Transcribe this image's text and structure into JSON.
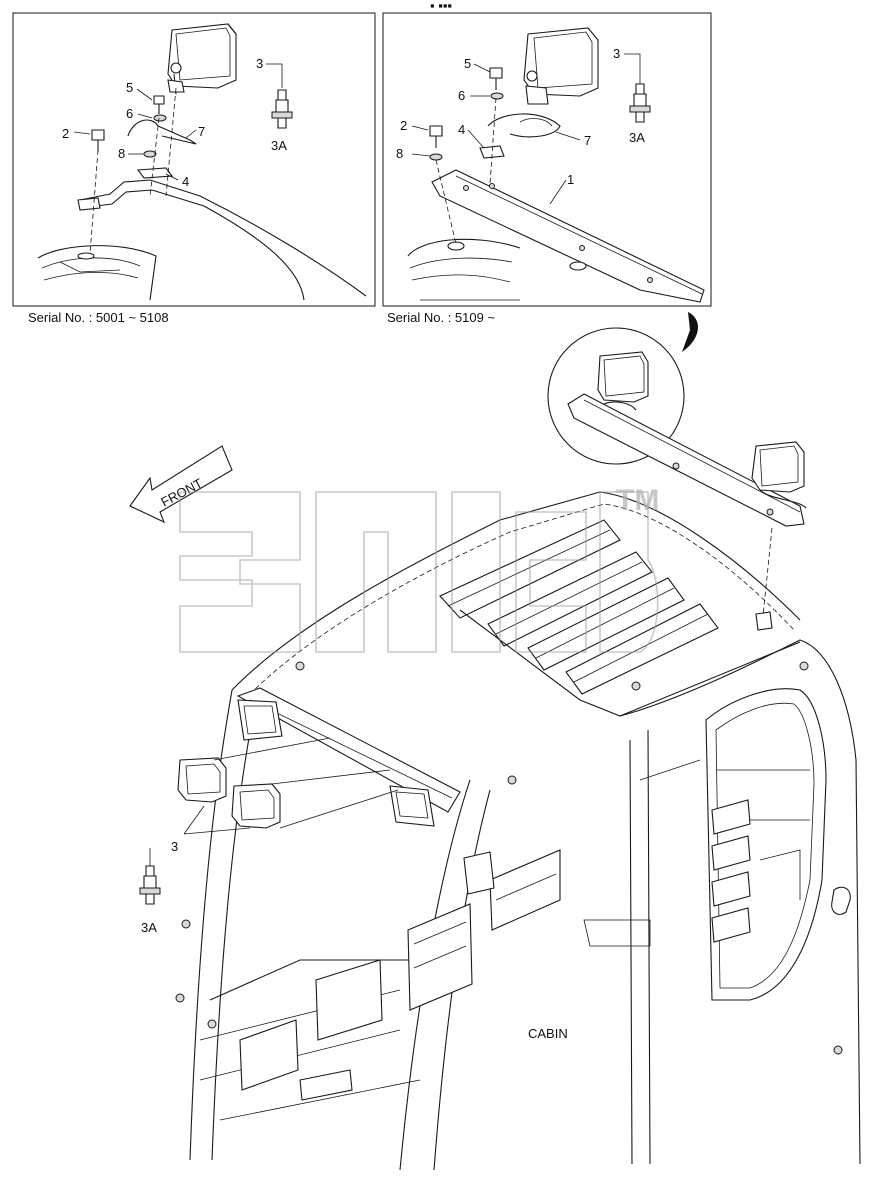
{
  "panels": {
    "left": {
      "serial_label": "Serial No. : 5001 ~ 5108"
    },
    "right": {
      "serial_label": "Serial No. : 5109 ~"
    }
  },
  "callouts": {
    "left": [
      "3",
      "5",
      "6",
      "2",
      "7",
      "8",
      "4",
      "3A"
    ],
    "right": [
      "3",
      "5",
      "6",
      "2",
      "4",
      "7",
      "8",
      "1",
      "3A"
    ],
    "main": [
      "3",
      "3A"
    ]
  },
  "labels": {
    "front": "FRONT",
    "cabin": "CABIN",
    "watermark_tm": "TM"
  }
}
